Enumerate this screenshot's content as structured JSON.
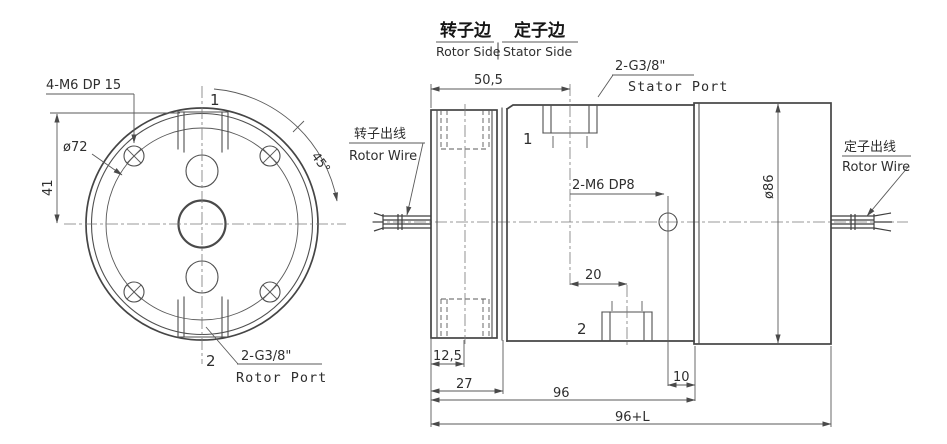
{
  "front_view": {
    "labels": {
      "thread_spec": "4-M6 DP 15",
      "bolt_circle_dia": "ø72",
      "dim_41": "41",
      "angle_45": "45°",
      "port_1": "1",
      "port_2": "2",
      "rotor_port_spec": "2-G3/8\"",
      "rotor_port_name": "Rotor Port"
    }
  },
  "side_view": {
    "header": {
      "rotor_side_cn": "转子边",
      "stator_side_cn": "定子边",
      "rotor_side_en": "Rotor Side",
      "stator_side_en": "Stator Side"
    },
    "labels": {
      "stator_port_spec": "2-G3/8\"",
      "stator_port_name": "Stator Port",
      "rotor_wire_cn": "转子出线",
      "rotor_wire_en": "Rotor Wire",
      "stator_wire_cn": "定子出线",
      "stator_wire_en": "Rotor Wire",
      "m6_spec": "2-M6 DP8",
      "port_1": "1",
      "port_2": "2",
      "body_dia": "ø86"
    },
    "dimensions": {
      "d50_5": "50,5",
      "d20": "20",
      "d12_5": "12,5",
      "d27": "27",
      "d10": "10",
      "d96": "96",
      "d96L": "96+L"
    }
  },
  "colors": {
    "line": "#454545",
    "text": "#2e2e2e",
    "background": "#ffffff"
  }
}
